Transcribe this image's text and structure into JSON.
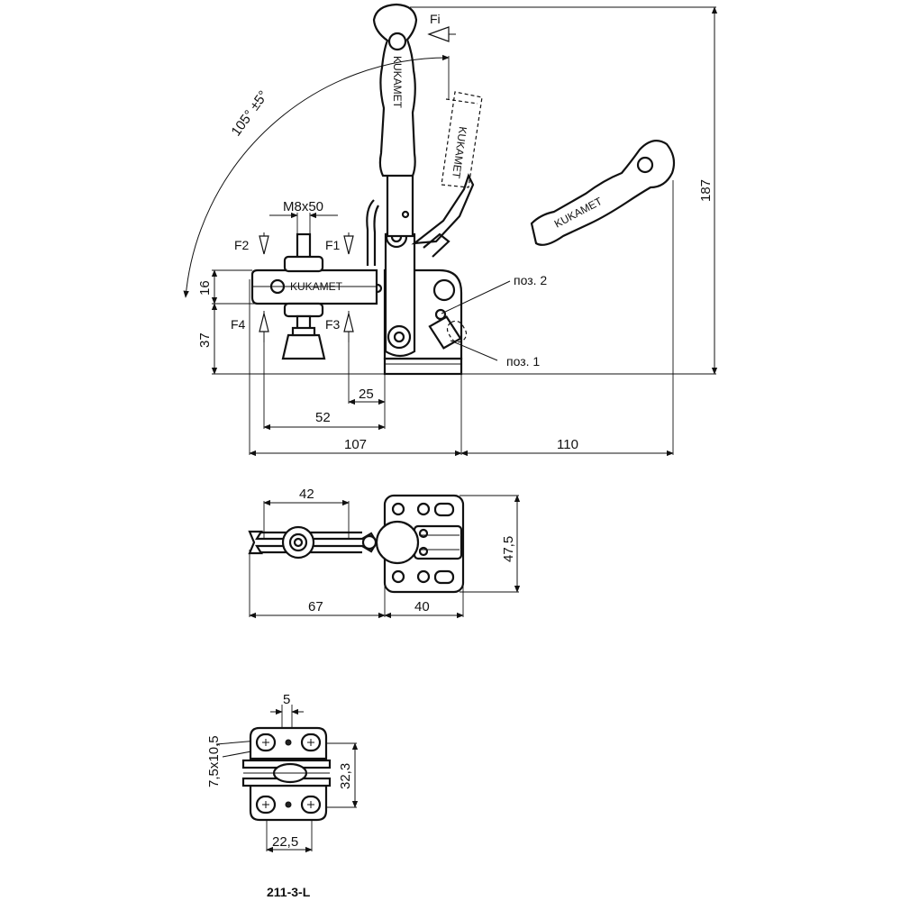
{
  "dimensions": {
    "force_handle": "Fi",
    "angle": "105° ±5°",
    "thread": "M8x50",
    "force_f1": "F1",
    "force_f2": "F2",
    "force_f3": "F3",
    "force_f4": "F4",
    "height_16": "16",
    "height_37": "37",
    "height_187": "187",
    "len_25": "25",
    "len_52": "52",
    "len_107": "107",
    "len_110": "110",
    "len_42": "42",
    "len_67": "67",
    "len_40": "40",
    "width_47_5": "47,5",
    "base_5": "5",
    "base_slot": "7,5x10,5",
    "base_32_3": "32,3",
    "base_22_5": "22,5"
  },
  "positions": {
    "pos2": "поз. 2",
    "pos1": "поз. 1"
  },
  "model": "211-3-L",
  "brand_marks": {
    "handle": "KUKAMET",
    "arm": "KUKAMET"
  }
}
